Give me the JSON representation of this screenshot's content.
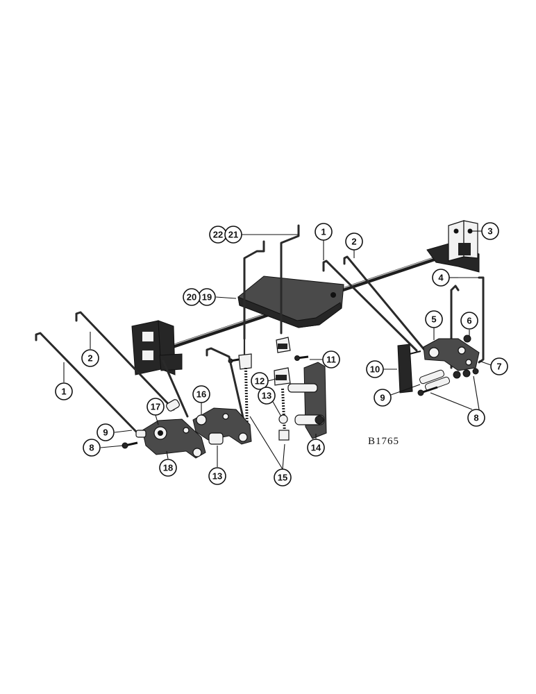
{
  "figure_label": "B1765",
  "callouts": [
    {
      "id": "c22",
      "label": "22"
    },
    {
      "id": "c21",
      "label": "21"
    },
    {
      "id": "c1a",
      "label": "1"
    },
    {
      "id": "c2a",
      "label": "2"
    },
    {
      "id": "c3",
      "label": "3"
    },
    {
      "id": "c4",
      "label": "4"
    },
    {
      "id": "c5",
      "label": "5"
    },
    {
      "id": "c6",
      "label": "6"
    },
    {
      "id": "c7",
      "label": "7"
    },
    {
      "id": "c8a",
      "label": "8"
    },
    {
      "id": "c9a",
      "label": "9"
    },
    {
      "id": "c10",
      "label": "10"
    },
    {
      "id": "c11",
      "label": "11"
    },
    {
      "id": "c12",
      "label": "12"
    },
    {
      "id": "c13a",
      "label": "13"
    },
    {
      "id": "c14",
      "label": "14"
    },
    {
      "id": "c15",
      "label": "15"
    },
    {
      "id": "c16",
      "label": "16"
    },
    {
      "id": "c17",
      "label": "17"
    },
    {
      "id": "c18",
      "label": "18"
    },
    {
      "id": "c13b",
      "label": "13"
    },
    {
      "id": "c19",
      "label": "19"
    },
    {
      "id": "c20",
      "label": "20"
    },
    {
      "id": "c1b",
      "label": "1"
    },
    {
      "id": "c2b",
      "label": "2"
    },
    {
      "id": "c9b",
      "label": "9"
    },
    {
      "id": "c8b",
      "label": "8"
    }
  ]
}
